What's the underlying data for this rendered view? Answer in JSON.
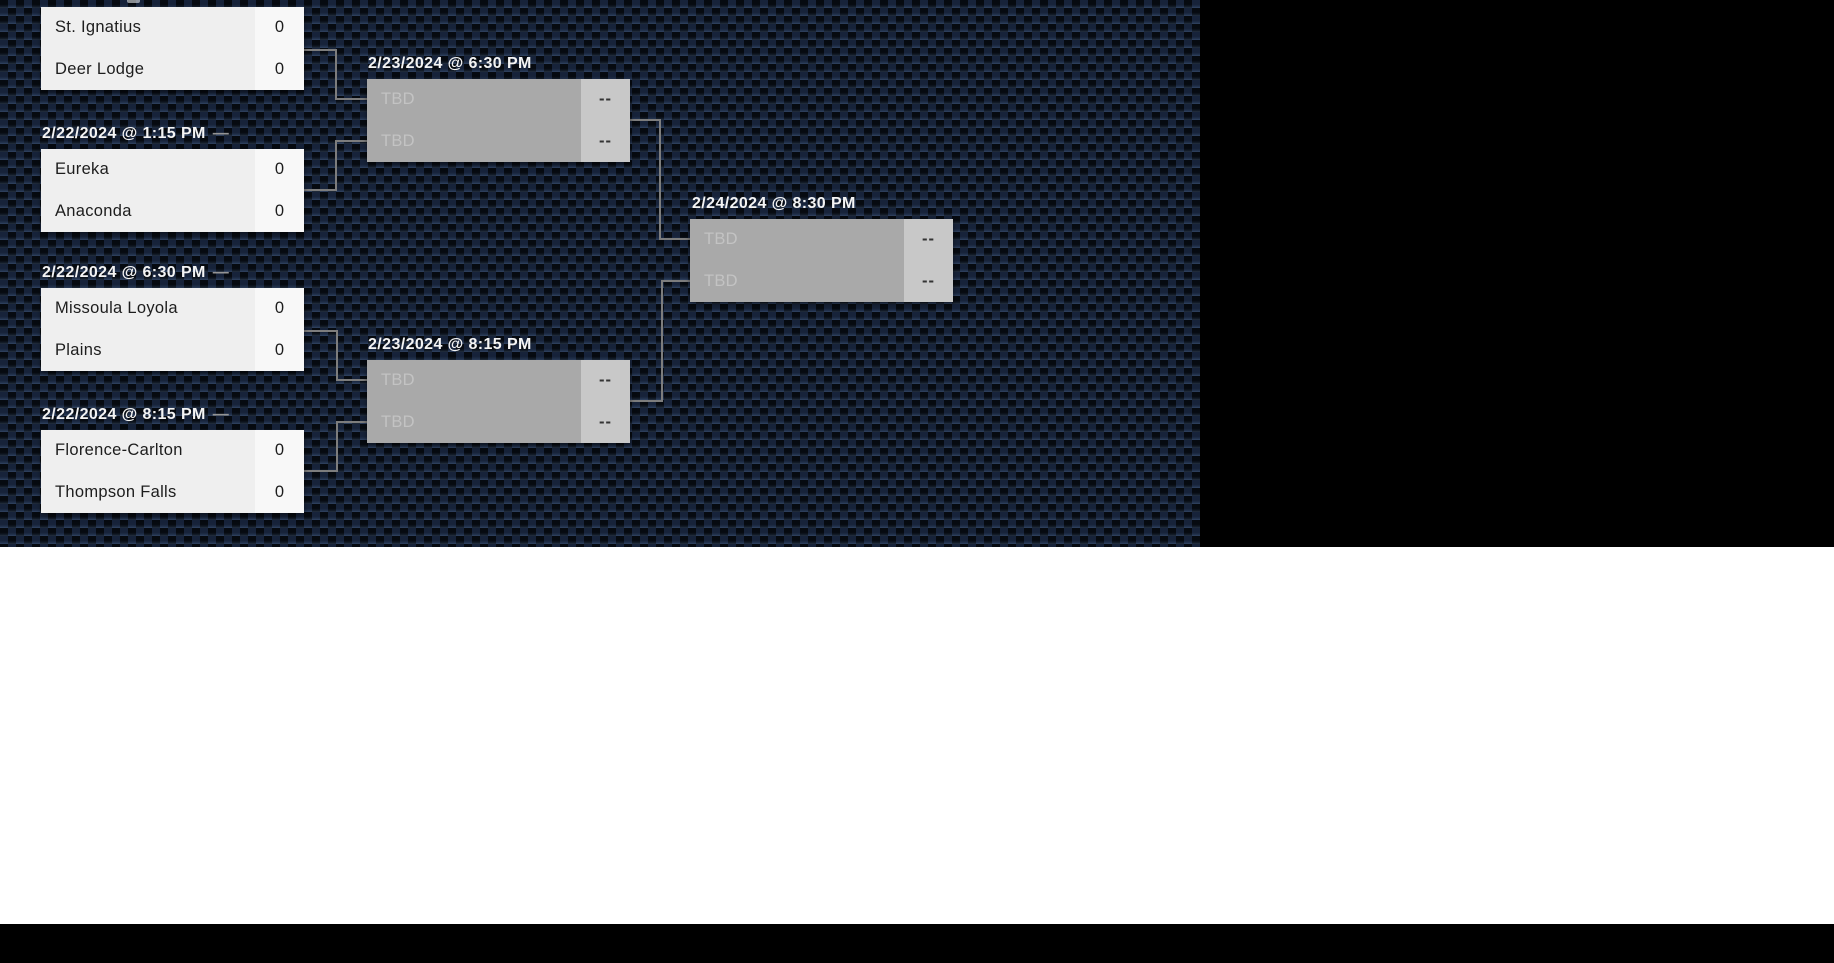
{
  "background": {
    "pattern_navy": "#17233a",
    "pattern_dark": "#060a10",
    "band_color": "#ffffff",
    "bottom_bar_color": "#000000",
    "connector_color": "#7d7d7d"
  },
  "bracket": {
    "games": [
      {
        "id": "game-1",
        "round": 1,
        "date": "",
        "teams": [
          {
            "name": "St. Ignatius",
            "score": "0"
          },
          {
            "name": "Deer Lodge",
            "score": "0"
          }
        ]
      },
      {
        "id": "game-2",
        "round": 1,
        "date": "2/22/2024 @ 1:15 PM",
        "separator": "—",
        "teams": [
          {
            "name": "Eureka",
            "score": "0"
          },
          {
            "name": "Anaconda",
            "score": "0"
          }
        ]
      },
      {
        "id": "game-3",
        "round": 1,
        "date": "2/22/2024 @ 6:30 PM",
        "separator": "—",
        "teams": [
          {
            "name": "Missoula Loyola",
            "score": "0"
          },
          {
            "name": "Plains",
            "score": "0"
          }
        ]
      },
      {
        "id": "game-4",
        "round": 1,
        "date": "2/22/2024 @ 8:15 PM",
        "separator": "—",
        "teams": [
          {
            "name": "Florence-Carlton",
            "score": "0"
          },
          {
            "name": "Thompson Falls",
            "score": "0"
          }
        ]
      },
      {
        "id": "game-5",
        "round": 2,
        "date": "2/23/2024 @ 6:30 PM",
        "teams": [
          {
            "name": "TBD",
            "score": "--"
          },
          {
            "name": "TBD",
            "score": "--"
          }
        ]
      },
      {
        "id": "game-6",
        "round": 2,
        "date": "2/23/2024 @ 8:15 PM",
        "teams": [
          {
            "name": "TBD",
            "score": "--"
          },
          {
            "name": "TBD",
            "score": "--"
          }
        ]
      },
      {
        "id": "game-7",
        "round": 3,
        "date": "2/24/2024 @ 8:30 PM",
        "teams": [
          {
            "name": "TBD",
            "score": "--"
          },
          {
            "name": "TBD",
            "score": "--"
          }
        ]
      }
    ]
  }
}
